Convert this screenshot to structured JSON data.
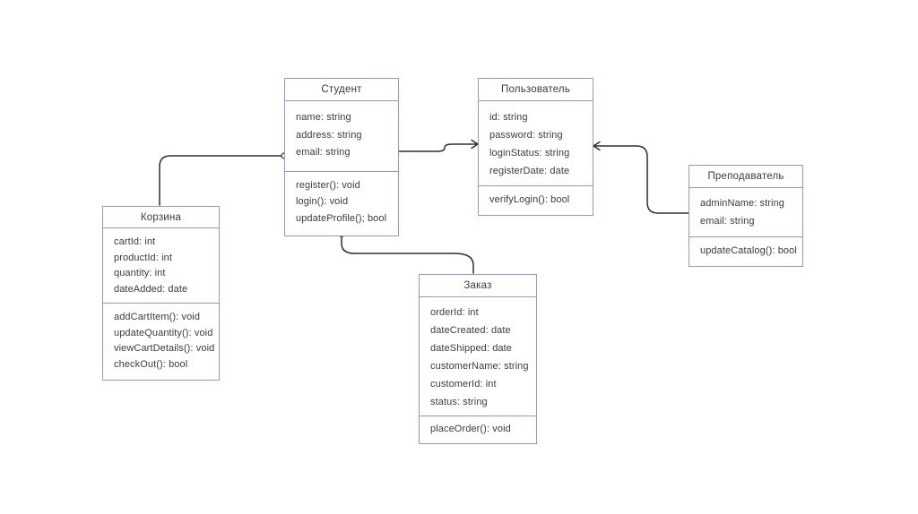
{
  "diagram": {
    "type": "uml-class-diagram",
    "classes": [
      {
        "id": "student",
        "title": "Студент",
        "attributes": [
          "name: string",
          "address: string",
          "email: string"
        ],
        "methods": [
          "register(): void",
          "login(): void",
          "updateProfile(); bool"
        ]
      },
      {
        "id": "user",
        "title": "Пользователь",
        "attributes": [
          "id: string",
          "password: string",
          "loginStatus: string",
          "registerDate: date"
        ],
        "methods": [
          "verifyLogin(): bool"
        ]
      },
      {
        "id": "teacher",
        "title": "Преподаватель",
        "attributes": [
          "adminName: string",
          "email: string"
        ],
        "methods": [
          "updateCatalog(): bool"
        ]
      },
      {
        "id": "cart",
        "title": "Корзина",
        "attributes": [
          "cartId: int",
          "productId: int",
          "quantity: int",
          "dateAdded: date"
        ],
        "methods": [
          "addCartItem(): void",
          "updateQuantity(): void",
          "viewCartDetails(): void",
          "checkOut(): bool"
        ]
      },
      {
        "id": "order",
        "title": "Заказ",
        "attributes": [
          "orderId: int",
          "dateCreated: date",
          "dateShipped: date",
          "customerName: string",
          "customerId: int",
          "status: string"
        ],
        "methods": [
          "placeOrder(): void"
        ]
      }
    ],
    "connectors": [
      {
        "from": "Корзина",
        "from_side": "top",
        "to": "Студент",
        "to_side": "left",
        "marker": "open-circle"
      },
      {
        "from": "Студент",
        "from_side": "right",
        "to": "Пользователь",
        "to_side": "left",
        "marker": "arrow"
      },
      {
        "from": "Преподаватель",
        "from_side": "left",
        "to": "Пользователь",
        "to_side": "right",
        "marker": "arrow"
      },
      {
        "from": "Студент",
        "from_side": "bottom",
        "to": "Заказ",
        "to_side": "top",
        "marker": "open-circle"
      }
    ],
    "colors": {
      "box_border": "#a98bd3",
      "connector": "#2e2e2e",
      "text": "#3a3a44",
      "background": "#ffffff"
    }
  }
}
